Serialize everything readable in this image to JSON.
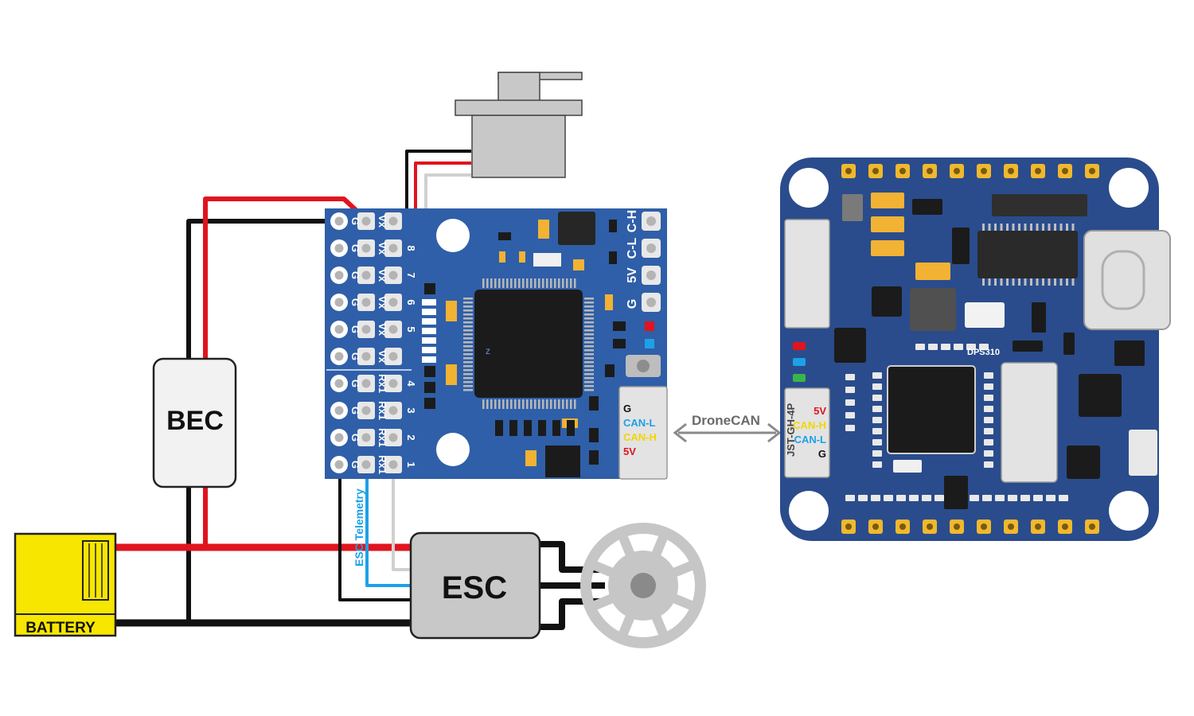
{
  "bec": {
    "label": "BEC"
  },
  "esc": {
    "label": "ESC"
  },
  "battery": {
    "label": "BATTERY"
  },
  "link": {
    "label": "DroneCAN"
  },
  "esc_telemetry": {
    "label": "ESC Telemetry"
  },
  "node_board": {
    "rows": [
      {
        "g": "G",
        "v": "Vx",
        "n": ""
      },
      {
        "g": "G",
        "v": "Vx",
        "n": "8"
      },
      {
        "g": "G",
        "v": "Vx",
        "n": "7"
      },
      {
        "g": "G",
        "v": "Vx",
        "n": "6"
      },
      {
        "g": "G",
        "v": "Vx",
        "n": "5"
      },
      {
        "g": "G",
        "v": "Vx",
        "n": ""
      },
      {
        "g": "G",
        "v": "Rx1",
        "n": "4"
      },
      {
        "g": "G",
        "v": "Rx1",
        "n": "3"
      },
      {
        "g": "G",
        "v": "Rx1",
        "n": "2"
      },
      {
        "g": "G",
        "v": "Rx1",
        "n": "1"
      }
    ],
    "right_header": [
      "5V",
      "C-L",
      "C-H",
      "G"
    ],
    "can_labels": [
      {
        "text": "G",
        "color": "#111111"
      },
      {
        "text": "CAN-L",
        "color": "#1da1e6"
      },
      {
        "text": "CAN-H",
        "color": "#f2d600"
      },
      {
        "text": "5V",
        "color": "#e0141e"
      }
    ]
  },
  "fc_board": {
    "connector_label": "JST-GH-4P",
    "can_labels": [
      {
        "text": "5V",
        "color": "#e0141e"
      },
      {
        "text": "CAN-H",
        "color": "#f2d600"
      },
      {
        "text": "CAN-L",
        "color": "#1da1e6"
      },
      {
        "text": "G",
        "color": "#111111"
      }
    ],
    "chip_label": "DPS310"
  },
  "colors": {
    "board_blue": "#2f5fa8",
    "fc_blue": "#2a4c8c",
    "wire_red": "#e0141e",
    "wire_black": "#111111",
    "wire_blue": "#1da1e6",
    "battery_yellow": "#f7e600"
  }
}
